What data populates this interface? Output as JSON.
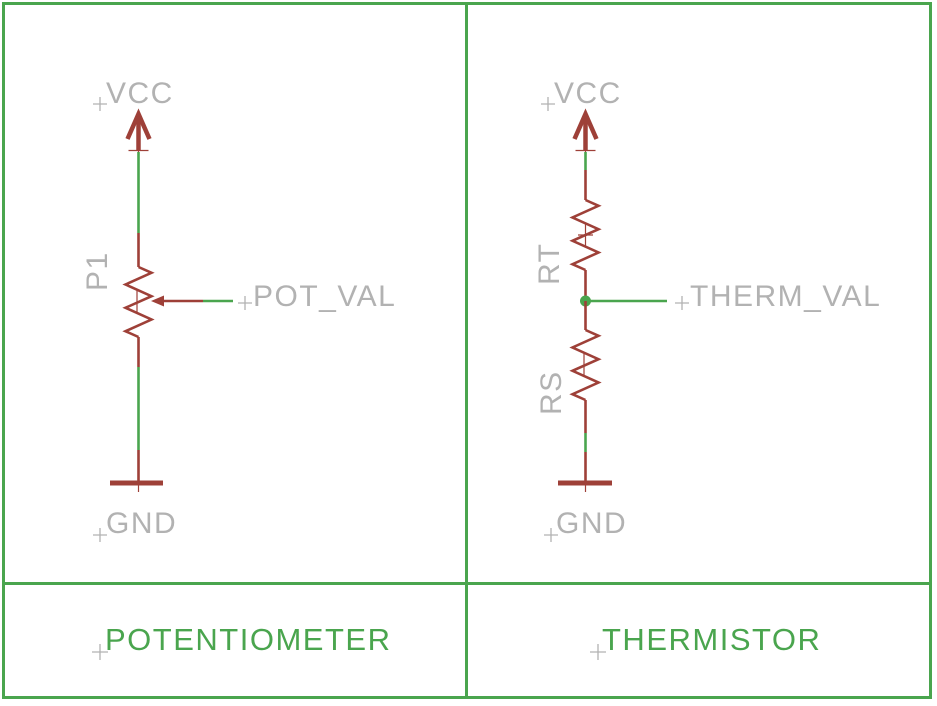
{
  "colors": {
    "background": "#ffffff",
    "frame_green": "#4aa54e",
    "wire_green": "#4aa54e",
    "caption_green": "#4aa54e",
    "symbol_red": "#9e4038",
    "text_gray": "#b2b2b2"
  },
  "left_panel": {
    "caption": "POTENTIOMETER",
    "vcc_label": "VCC",
    "gnd_label": "GND",
    "part_ref": "P1",
    "net_label": "POT_VAL"
  },
  "right_panel": {
    "caption": "THERMISTOR",
    "vcc_label": "VCC",
    "gnd_label": "GND",
    "part_ref_top": "RT",
    "part_ref_bottom": "RS",
    "net_label": "THERM_VAL"
  }
}
